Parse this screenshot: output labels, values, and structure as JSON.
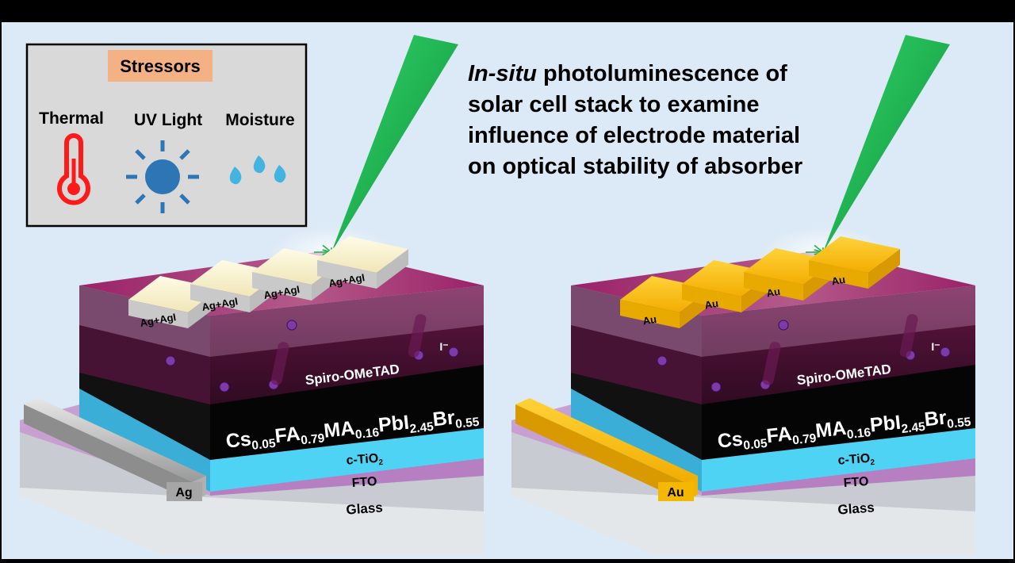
{
  "stressors": {
    "title": "Stressors",
    "items": [
      {
        "label": "Thermal",
        "icon": "thermometer-icon"
      },
      {
        "label": "UV Light",
        "icon": "sun-icon"
      },
      {
        "label": "Moisture",
        "icon": "water-droplets-icon"
      }
    ]
  },
  "description": {
    "emphasis": "In-situ",
    "line1_rest": " photoluminescence of",
    "line2": "solar cell stack to examine",
    "line3": "influence of electrode material",
    "line4": "on optical stability of absorber"
  },
  "layers": {
    "hole_transport": "Spiro-OMeTAD",
    "absorber": {
      "cs": "Cs",
      "cs_sub": "0.05",
      "fa": "FA",
      "fa_sub": "0.79",
      "ma": "MA",
      "ma_sub": "0.16",
      "pbi": "PbI",
      "pbi_sub": "2.45",
      "br": "Br",
      "br_sub": "0.55"
    },
    "etl": {
      "base": "c-TiO",
      "sub": "2"
    },
    "tco": "FTO",
    "substrate": "Glass",
    "ion_label": "I⁻"
  },
  "left_device": {
    "electrode": "Ag+AgI",
    "contact": "Ag"
  },
  "right_device": {
    "electrode": "Au",
    "contact": "Au"
  },
  "colors": {
    "background": "#dce9f6",
    "laser": "#1fb04a",
    "spiro": "#8a1e5e",
    "absorber": "#050505",
    "etl": "#4fd3f5",
    "fto": "#c79bd0",
    "glass": "#d9dde2",
    "silver": "#f1ebc8",
    "gold": "#f5b800",
    "stress_box": "#d9d9d9",
    "stress_title": "#f4b183",
    "thermo": "#ff1a1a",
    "sun": "#2e75b6",
    "drop": "#43b3e0"
  }
}
